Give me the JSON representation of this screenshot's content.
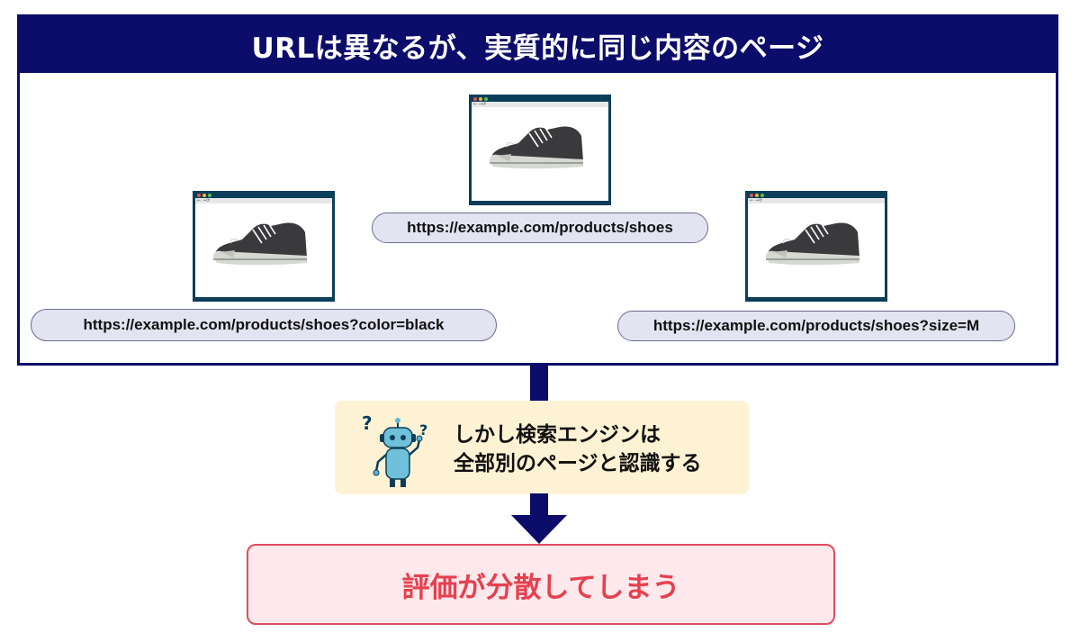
{
  "title": "URLは異なるが、実質的に同じ内容のページ",
  "pages": [
    {
      "url": "https://example.com/products/shoes",
      "nav_icons": "← →⟳"
    },
    {
      "url": "https://example.com/products/shoes?color=black",
      "nav_icons": "← →⟳"
    },
    {
      "url": "https://example.com/products/shoes?size=M",
      "nav_icons": "← →⟳"
    }
  ],
  "note": {
    "line1": "しかし検索エンジンは",
    "line2": "全部別のページと認識する",
    "question_marks": [
      "?",
      "?"
    ]
  },
  "result": "評価が分散してしまう",
  "colors": {
    "navy": "#0c0c6b",
    "browser_frame": "#0b3e59",
    "pill_bg": "#e3e4f1",
    "note_bg": "#fdf3d4",
    "result_text": "#e5414f",
    "result_bg": "#fde8ec"
  }
}
